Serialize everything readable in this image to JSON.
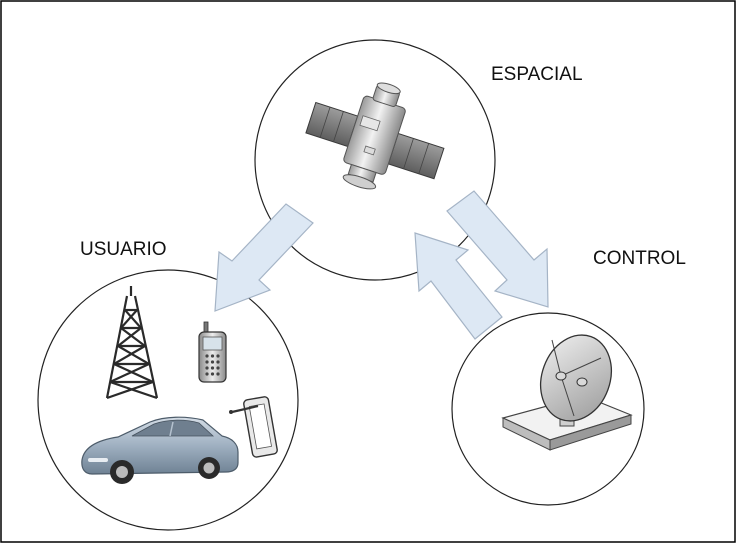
{
  "segments": {
    "space": {
      "label": "ESPACIAL"
    },
    "user": {
      "label": "USUARIO"
    },
    "control": {
      "label": "CONTROL"
    }
  },
  "icons": {
    "space": [
      "satellite-icon"
    ],
    "user": [
      "radio-tower-icon",
      "mobile-phone-icon",
      "tablet-icon",
      "car-icon"
    ],
    "control": [
      "ground-station-dish-icon"
    ]
  },
  "colors": {
    "arrow_fill": "#dde8f4",
    "arrow_stroke": "#a5b4c6",
    "frame": "#000000",
    "circle_stroke": "#222222"
  }
}
